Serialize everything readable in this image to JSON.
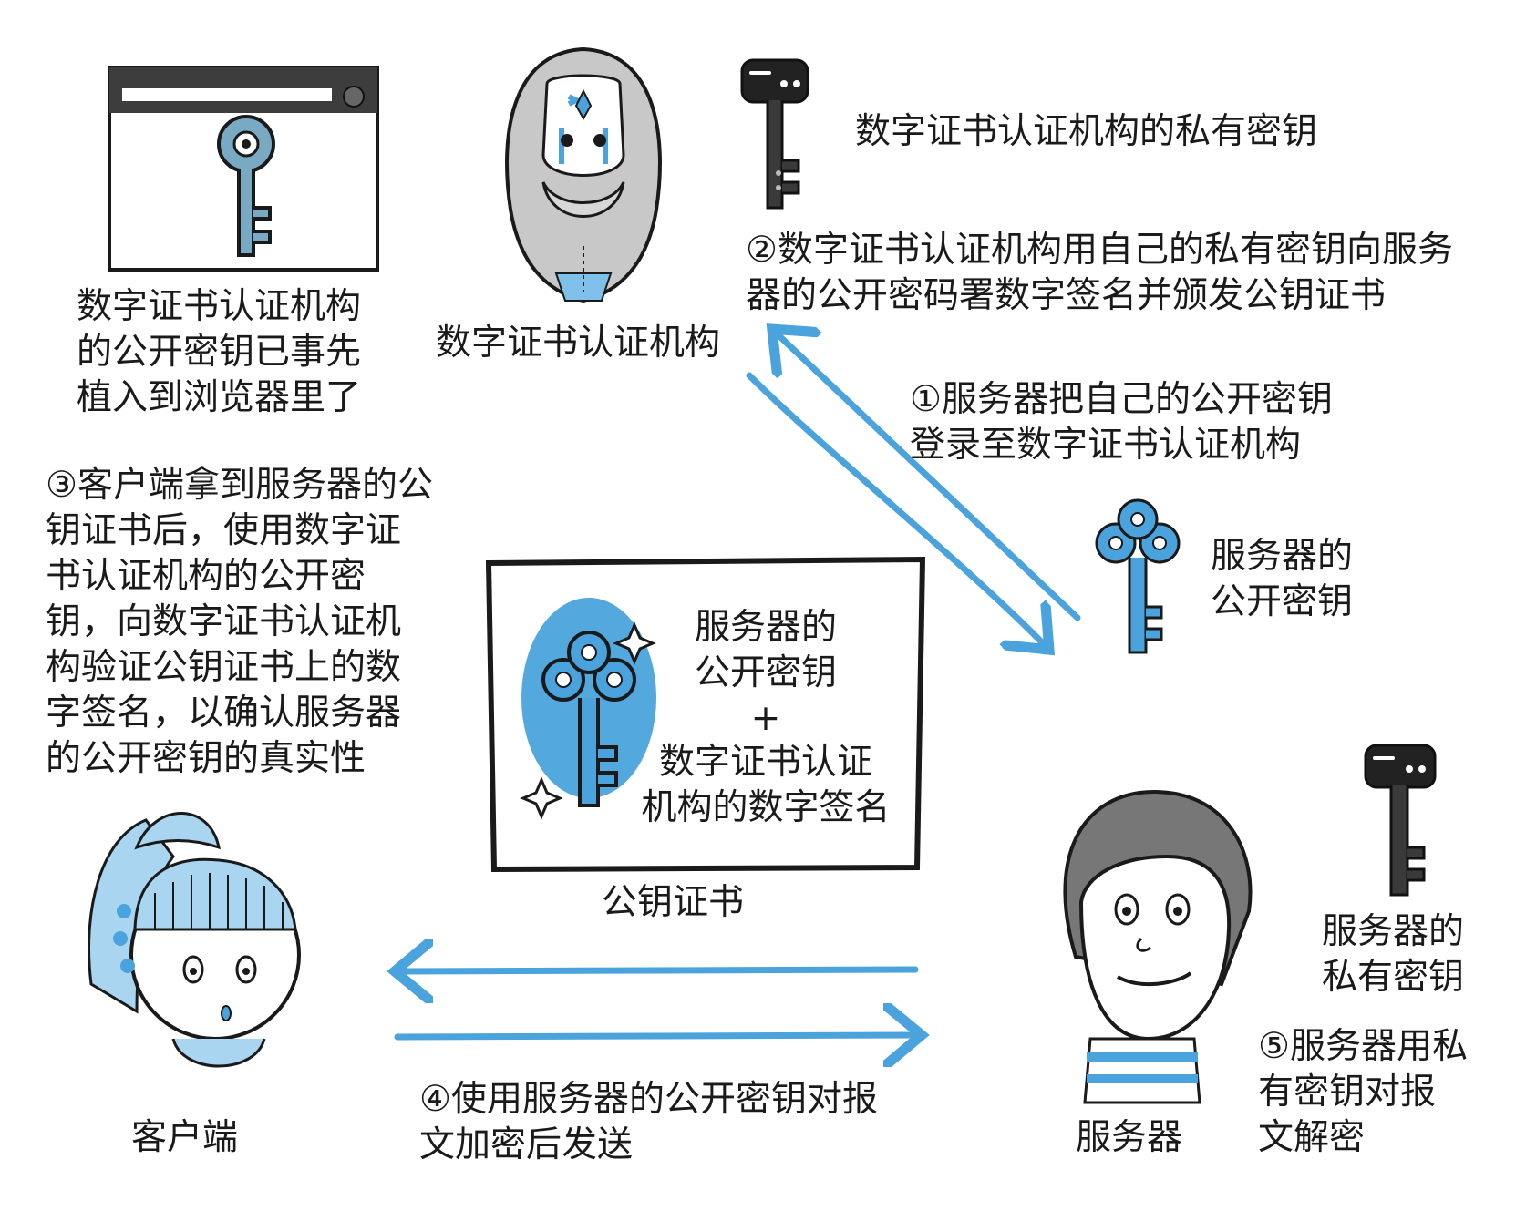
{
  "colors": {
    "accent": "#4aa3dc",
    "ink": "#1a1a1a",
    "key_dark": "#222222",
    "light_blue": "#a9d5f0"
  },
  "labels": {
    "browser_caption": "数字证书认证机构\n的公开密钥已事先\n植入到浏览器里了",
    "ca_name": "数字证书认证机构",
    "ca_private_key": "数字证书认证机构的私有密钥",
    "step2": "②数字证书认证机构用自己的私有密钥向服务\n器的公开密码署数字签名并颁发公钥证书",
    "step1": "①服务器把自己的公开密钥\n登录至数字证书认证机构",
    "server_public_key": "服务器的\n公开密钥",
    "step3": "③客户端拿到服务器的公\n钥证书后，使用数字证\n书认证机构的公开密\n钥，向数字证书认证机\n构验证公钥证书上的数\n字签名，以确认服务器\n的公开密钥的真实性",
    "cert_key_label": "服务器的\n公开密钥",
    "cert_plus": "+",
    "cert_signature": "数字证书认证\n机构的数字签名",
    "cert_caption": "公钥证书",
    "server_private_key": "服务器的\n私有密钥",
    "step4": "④使用服务器的公开密钥对报\n文加密后发送",
    "step5": "⑤服务器用私\n有密钥对报\n文解密",
    "client": "客户端",
    "server": "服务器"
  },
  "icons": [
    "browser-window",
    "browser-key-icon",
    "ca-person-icon",
    "ca-private-key-icon",
    "server-public-key-icon",
    "cert-key-icon",
    "client-person-icon",
    "server-person-icon",
    "server-private-key-icon"
  ]
}
